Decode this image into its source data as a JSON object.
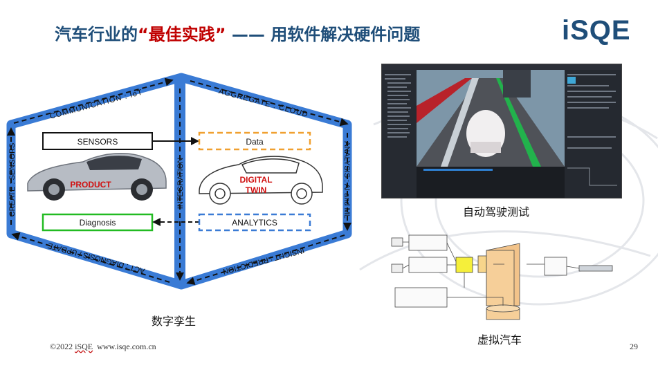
{
  "slide": {
    "title_prefix": "汽车行业的",
    "title_highlight": "“最佳实践”",
    "title_suffix": " —— 用软件解决硬件问题",
    "logo": "iSQE",
    "footer": "©2022 iSQE  www.isqe.com.cn",
    "footer_prefix": "©2022 ",
    "footer_brand": "iSQE",
    "footer_url": "  www.isqe.com.cn",
    "page_number": "29"
  },
  "diagram": {
    "edges": {
      "top_left": "COMMUNICATION : IoT",
      "top_right": "AGGREGATE : CLOUD",
      "left": "CREATE : SENSORS",
      "center": "INTEGRATION",
      "right": "ANALYSIS : AI and ML",
      "bottom_left": "ACT : DIAGNOSIS / UPDATE",
      "bottom_right": "INSIGHT : PREDICTION"
    },
    "boxes": {
      "sensors": "SENSORS",
      "data": "Data",
      "diagnosis": "Diagnosis",
      "analytics": "ANALYTICS"
    },
    "car_labels": {
      "product": "PRODUCT",
      "twin_line1": "DIGITAL",
      "twin_line2": "TWIN"
    },
    "caption": "数字孪生"
  },
  "right": {
    "sim_caption": "自动驾驶测试",
    "virtual_caption": "虚拟汽车"
  },
  "colors": {
    "title_blue": "#1f4e79",
    "highlight_red": "#c00000",
    "hex_blue": "#3a7bd5",
    "data_orange": "#f0a030",
    "diag_green": "#22bb22",
    "analytics_blue": "#3a7bd5"
  }
}
